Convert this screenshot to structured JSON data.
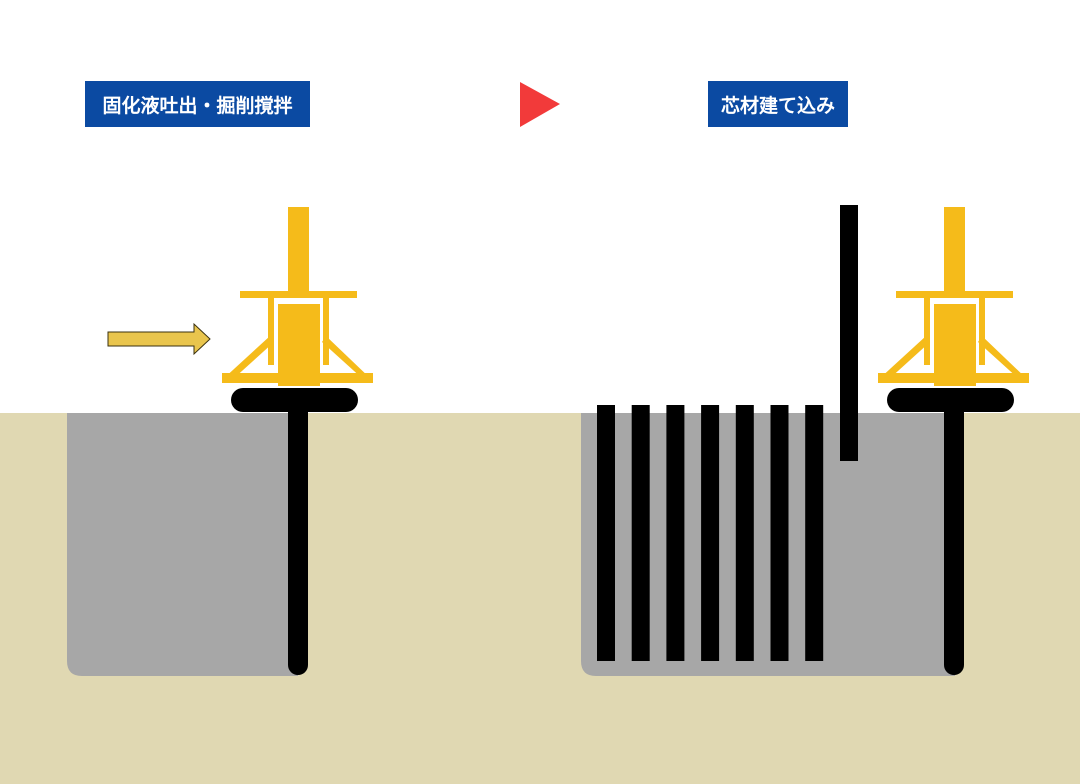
{
  "steps": [
    {
      "label": "固化液吐出・掘削撹拌"
    },
    {
      "label": "芯材建て込み"
    }
  ],
  "colors": {
    "ground": "#e0d8b2",
    "soil_cement": "#a7a7a7",
    "machine": "#f5bb1a",
    "arrow_injection": "#e9c54d",
    "step_arrow": "#f23a3a",
    "label_bg": "#0b4aa2",
    "shaft": "#000000"
  },
  "icons": {
    "step_arrow": "triangle-right-icon",
    "injection_arrow": "arrow-right-icon"
  },
  "core_material_count": 7
}
